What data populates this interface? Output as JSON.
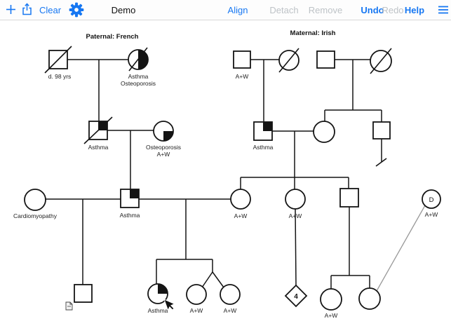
{
  "colors": {
    "accent": "#1677F2",
    "disabled": "#BEC3C7",
    "ink": "#141414",
    "gray_relationship_line": "#999999",
    "canvas_bg": "#FFFFFF"
  },
  "toolbar": {
    "title": "Demo",
    "clear_label": "Clear",
    "align_label": "Align",
    "detach_label": "Detach",
    "remove_label": "Remove",
    "undo_label": "Undo",
    "redo_label": "Redo",
    "help_label": "Help",
    "icons": {
      "plus": "plus-icon",
      "share": "share-icon",
      "gear": "settings-gear-icon",
      "menu": "hamburger-menu-icon"
    }
  },
  "pedigree": {
    "region_labels": {
      "paternal": "Paternal: French",
      "maternal": "Maternal: Irish"
    },
    "persons": {
      "paternal_grandfather": {
        "sex": "male",
        "status": "deceased",
        "label": "d. 98 yrs"
      },
      "paternal_grandmother": {
        "sex": "female",
        "status": "deceased",
        "shading": "right-half",
        "labels": [
          "Asthma",
          "Osteoporosis"
        ]
      },
      "maternal_grandfather_1": {
        "sex": "male",
        "label": "A+W"
      },
      "maternal_grandmother_1": {
        "sex": "female",
        "status": "deceased"
      },
      "maternal_grandfather_2": {
        "sex": "male"
      },
      "maternal_grandmother_2": {
        "sex": "female",
        "status": "deceased"
      },
      "paternal_father_gen2": {
        "sex": "male",
        "status": "deceased",
        "shading": "upper-right-quadrant",
        "label": "Asthma"
      },
      "paternal_mother_gen2": {
        "sex": "female",
        "shading": "lower-right-quadrant",
        "labels": [
          "Osteoporosis",
          "A+W"
        ]
      },
      "maternal_father_gen2": {
        "sex": "male",
        "shading": "upper-right-quadrant",
        "label": "Asthma"
      },
      "maternal_mother_gen2": {
        "sex": "female"
      },
      "maternal_uncle_gen2": {
        "sex": "male",
        "note": "no-offspring-marker"
      },
      "aunt_cardiomyopathy": {
        "sex": "female",
        "label": "Cardiomyopathy"
      },
      "father": {
        "sex": "male",
        "shading": "upper-right-quadrant",
        "label": "Asthma"
      },
      "mother": {
        "sex": "female",
        "label": "A+W"
      },
      "maternal_aunt": {
        "sex": "female",
        "label": "A+W"
      },
      "maternal_uncle_gen3": {
        "sex": "male"
      },
      "distant_relative_d": {
        "sex": "female",
        "letter": "D",
        "label": "A+W"
      },
      "son": {
        "sex": "male",
        "note": "document-note-icon"
      },
      "daughter_asthma": {
        "sex": "female",
        "shading": "upper-right-quadrant",
        "label": "Asthma"
      },
      "twin_1": {
        "sex": "female",
        "label": "A+W"
      },
      "twin_2": {
        "sex": "female",
        "label": "A+W"
      },
      "sibling_group_diamond": {
        "sex": "unknown",
        "count": "4"
      },
      "cousin_1": {
        "sex": "female",
        "label": "A+W"
      },
      "cousin_2": {
        "sex": "female"
      }
    }
  }
}
